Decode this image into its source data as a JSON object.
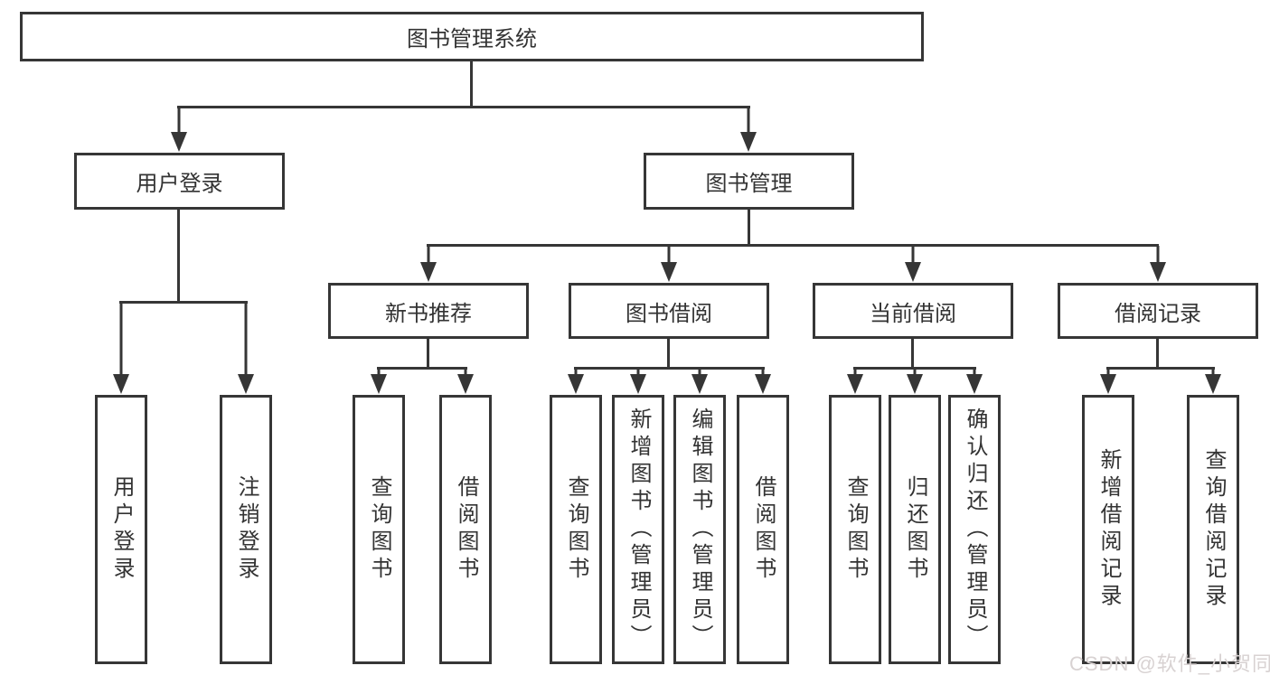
{
  "colors": {
    "line": "#363636",
    "text": "#333333",
    "box_fill": "#ffffff",
    "background": "#ffffff",
    "watermark_text": "#d8d2d2"
  },
  "watermark": {
    "text": "CSDN @软件_小贺同学"
  },
  "diagram": {
    "type": "hierarchy-tree",
    "root": {
      "label": "图书管理系统"
    },
    "level2": [
      {
        "label": "用户登录"
      },
      {
        "label": "图书管理"
      }
    ],
    "level3": [
      {
        "label": "新书推荐",
        "parent": "图书管理"
      },
      {
        "label": "图书借阅",
        "parent": "图书管理"
      },
      {
        "label": "当前借阅",
        "parent": "图书管理"
      },
      {
        "label": "借阅记录",
        "parent": "图书管理"
      }
    ],
    "leaves": [
      {
        "label": "用户登录",
        "parent": "用户登录"
      },
      {
        "label": "注销登录",
        "parent": "用户登录"
      },
      {
        "label": "查询图书",
        "parent": "新书推荐"
      },
      {
        "label": "借阅图书",
        "parent": "新书推荐"
      },
      {
        "label": "查询图书",
        "parent": "图书借阅"
      },
      {
        "label": "新增图书（管理员）",
        "parent": "图书借阅"
      },
      {
        "label": "编辑图书（管理员）",
        "parent": "图书借阅"
      },
      {
        "label": "借阅图书",
        "parent": "图书借阅"
      },
      {
        "label": "查询图书",
        "parent": "当前借阅"
      },
      {
        "label": "归还图书",
        "parent": "当前借阅"
      },
      {
        "label": "确认归还（管理员）",
        "parent": "当前借阅"
      },
      {
        "label": "新增借阅记录",
        "parent": "借阅记录"
      },
      {
        "label": "查询借阅记录",
        "parent": "借阅记录"
      }
    ]
  }
}
